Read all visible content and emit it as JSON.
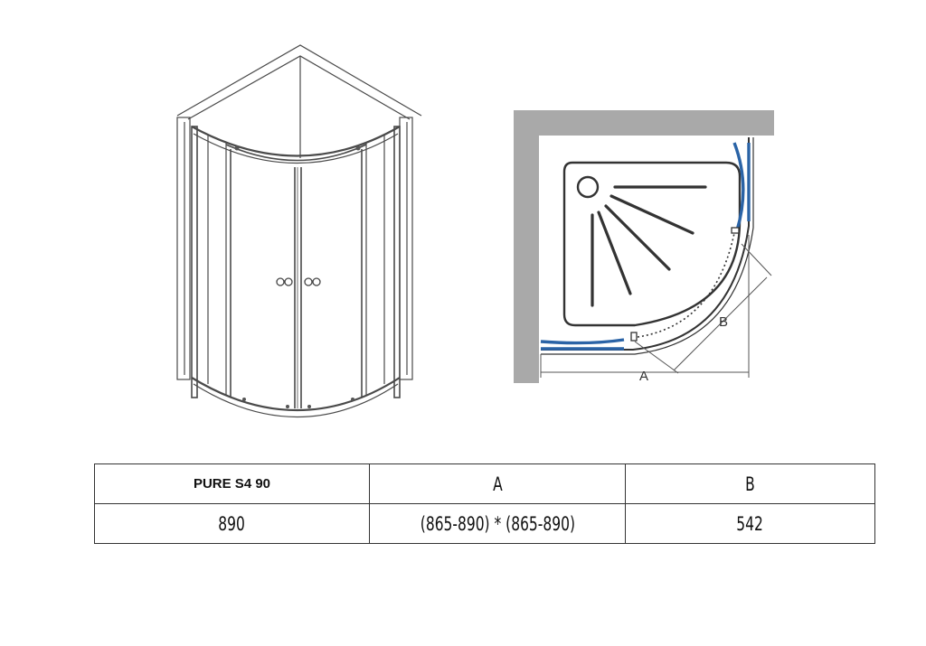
{
  "diagram": {
    "dimension_labels": {
      "a": "A",
      "b": "B"
    }
  },
  "table": {
    "headers": [
      "PURE S4 90",
      "A",
      "B"
    ],
    "rows": [
      [
        "890",
        "(865-890) * (865-890)",
        "542"
      ]
    ]
  },
  "colors": {
    "glass_blue": "#2a63a6",
    "wall_gray": "#a9a9a9",
    "line": "#333333"
  }
}
